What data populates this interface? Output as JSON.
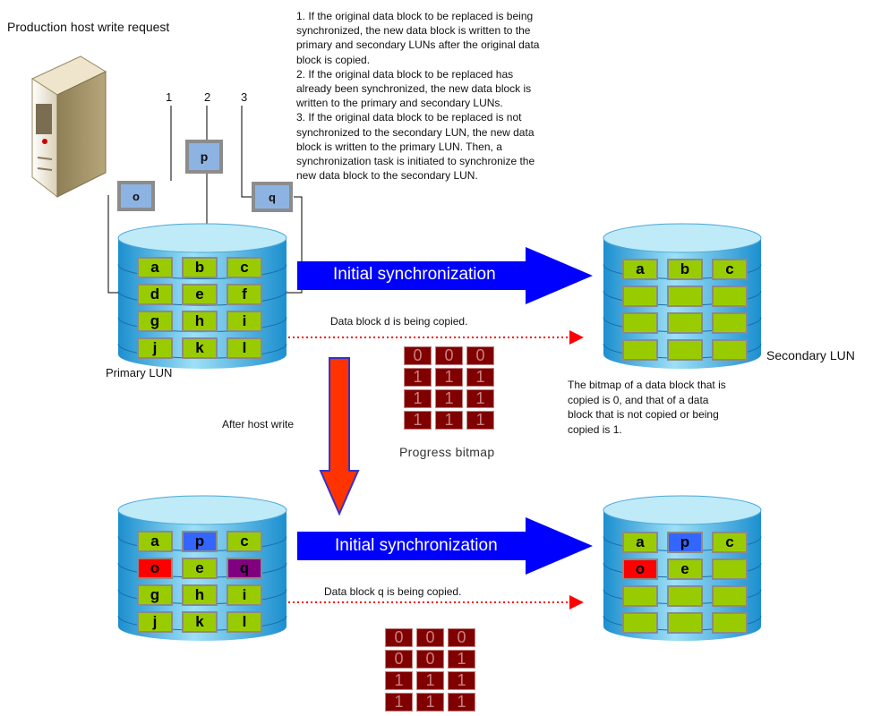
{
  "title": "Production host write request",
  "steps": [
    "1",
    "2",
    "3"
  ],
  "write_blocks": [
    "o",
    "p",
    "q"
  ],
  "notes": "1. If the original data block to be replaced is being\nsynchronized, the new data block is written to the\nprimary and secondary LUNs after the original data\nblock is copied.\n2. If the original data block to be replaced has\nalready been synchronized, the new data block is\nwritten to the primary and secondary LUNs.\n3. If the original data block to be replaced is not\nsynchronized to the secondary LUN, the new data\nblock is written to the primary LUN. Then, a\nsynchronization task is initiated to synchronize the\nnew data block to the secondary LUN.",
  "primary_lun_label": "Primary LUN",
  "secondary_lun_label": "Secondary LUN",
  "sync_label": "Initial synchronization",
  "copy_label_top": "Data block d is being copied.",
  "copy_label_bottom": "Data block q is being copied.",
  "after_write_label": "After host write",
  "progress_label": "Progress bitmap",
  "bitmap_note": "The bitmap of a data block that is\ncopied is 0, and that of a data\nblock that is not copied or being\ncopied is 1.",
  "colors": {
    "green": "#99cc00",
    "blue": "#3366ff",
    "red": "#ff0000",
    "purple": "#800080",
    "bit": "#800000",
    "arrow_blue": "#0000ff",
    "arrow_red": "#ff3300",
    "write_box": "#8db3e2"
  },
  "primary_before": [
    [
      "a",
      "b",
      "c"
    ],
    [
      "d",
      "e",
      "f"
    ],
    [
      "g",
      "h",
      "i"
    ],
    [
      "j",
      "k",
      "l"
    ]
  ],
  "secondary_before": [
    [
      "a",
      "b",
      "c"
    ],
    [
      "",
      "",
      ""
    ],
    [
      "",
      "",
      ""
    ],
    [
      "",
      "",
      ""
    ]
  ],
  "bitmap_before": [
    [
      "0",
      "0",
      "0"
    ],
    [
      "1",
      "1",
      "1"
    ],
    [
      "1",
      "1",
      "1"
    ],
    [
      "1",
      "1",
      "1"
    ]
  ],
  "primary_after": [
    [
      "a",
      "p",
      "c"
    ],
    [
      "o",
      "e",
      "q"
    ],
    [
      "g",
      "h",
      "i"
    ],
    [
      "j",
      "k",
      "l"
    ]
  ],
  "secondary_after": [
    [
      "a",
      "p",
      "c"
    ],
    [
      "o",
      "e",
      ""
    ],
    [
      "",
      "",
      ""
    ],
    [
      "",
      "",
      ""
    ]
  ],
  "bitmap_after": [
    [
      "0",
      "0",
      "0"
    ],
    [
      "0",
      "0",
      "1"
    ],
    [
      "1",
      "1",
      "1"
    ],
    [
      "1",
      "1",
      "1"
    ]
  ],
  "after_cell_colors": {
    "primary": [
      [
        "green",
        "blue",
        "green"
      ],
      [
        "red",
        "green",
        "purple"
      ],
      [
        "green",
        "green",
        "green"
      ],
      [
        "green",
        "green",
        "green"
      ]
    ],
    "secondary": [
      [
        "green",
        "blue",
        "green"
      ],
      [
        "red",
        "green",
        "green"
      ],
      [
        "green",
        "green",
        "green"
      ],
      [
        "green",
        "green",
        "green"
      ]
    ]
  }
}
